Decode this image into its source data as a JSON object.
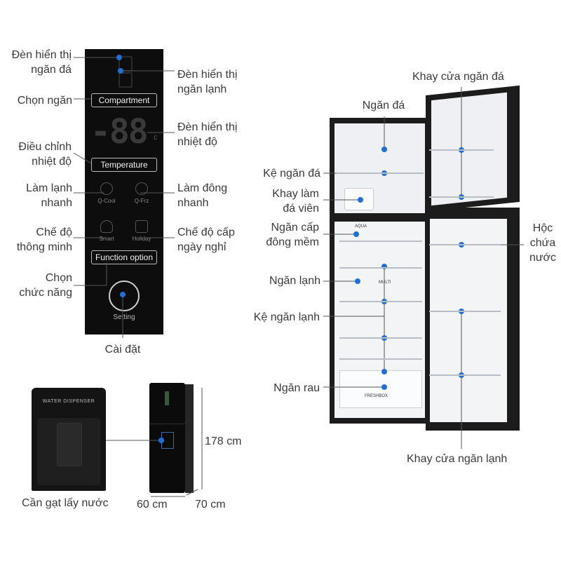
{
  "control_panel": {
    "compartment_button": "Compartment",
    "temperature_button": "Temperature",
    "function_button": "Function option",
    "quick_cool_caption": "Q-Cool",
    "quick_freeze_caption": "Q-Frz",
    "smart_caption": "Smart",
    "holiday_caption": "Holiday",
    "setting_caption": "Setting",
    "temperature_display": "-88",
    "temperature_unit": "c"
  },
  "panel_callouts": {
    "freezer_indicator": [
      "Đèn hiển thị",
      "ngăn đá"
    ],
    "fridge_indicator": [
      "Đèn hiển thị",
      "ngăn lạnh"
    ],
    "select_compartment": "Chọn ngăn",
    "temperature_display": [
      "Đèn hiển thị",
      "nhiệt độ"
    ],
    "adjust_temperature": [
      "Điều chỉnh",
      "nhiệt độ"
    ],
    "quick_cool": [
      "Làm lạnh",
      "nhanh"
    ],
    "quick_freeze": [
      "Làm đông",
      "nhanh"
    ],
    "smart_mode": [
      "Chế độ",
      "thông minh"
    ],
    "holiday_mode": [
      "Chế độ cấp",
      "ngày nghỉ"
    ],
    "select_function": [
      "Chọn",
      "chức năng"
    ],
    "setting": "Cài đặt"
  },
  "dispenser": {
    "title": "WATER DISPENSER",
    "caption": "Cần gạt lấy nước"
  },
  "dimensions": {
    "height": "178 cm",
    "width": "60 cm",
    "depth": "70 cm"
  },
  "fridge_callouts": {
    "freezer": "Ngăn đá",
    "freezer_door_tray": "Khay cửa ngăn đá",
    "freezer_shelf": "Kệ ngăn đá",
    "ice_tray": [
      "Khay làm",
      "đá viên"
    ],
    "soft_freeze": [
      "Ngăn cấp",
      "đông mềm"
    ],
    "water_tank": [
      "Hộc",
      "chứa",
      "nước"
    ],
    "fridge": "Ngăn lạnh",
    "fridge_shelf": "Kệ ngăn lạnh",
    "vegetable": "Ngăn rau",
    "fridge_door_tray": "Khay cửa ngăn lạnh"
  },
  "fridge_labels": {
    "aqua": "AQUA",
    "multi": "MULTI",
    "freshbox": "FRESHBOX"
  },
  "colors": {
    "panel_bg": "#0d0d0d",
    "dot_blue": "#1f6fd6",
    "fridge_frame": "#1c1c1c",
    "interior": "#f2f4f6",
    "label_text": "#3a3a3a",
    "leader_line": "#555555"
  }
}
